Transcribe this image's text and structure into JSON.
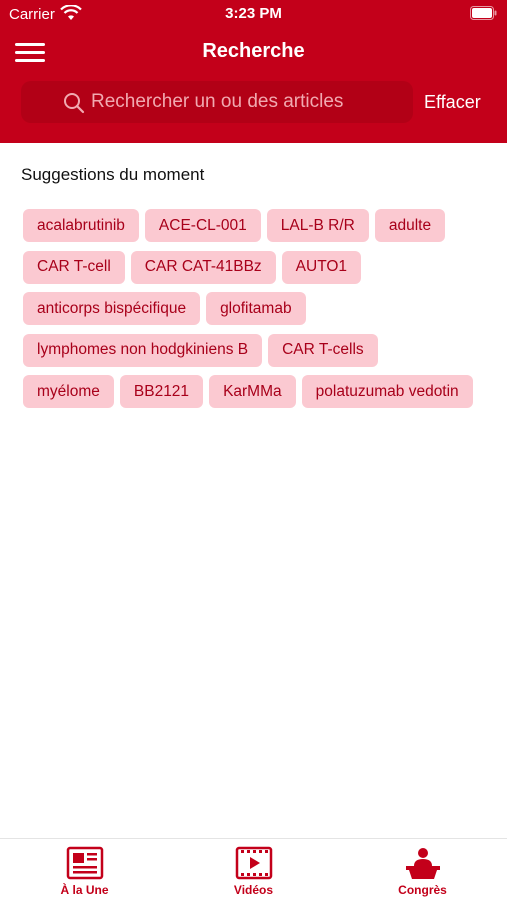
{
  "status_bar": {
    "carrier": "Carrier",
    "time": "3:23 PM"
  },
  "nav": {
    "title": "Recherche",
    "menu_icon": "hamburger-menu-icon"
  },
  "search": {
    "placeholder": "Rechercher un ou des articles",
    "value": "",
    "clear_label": "Effacer"
  },
  "suggestions": {
    "title": "Suggestions du moment",
    "rows": [
      [
        "acalabrutinib",
        "ACE-CL-001",
        "LAL-B R/R",
        "adulte"
      ],
      [
        "CAR T-cell",
        "CAR CAT-41BBz",
        "AUTO1"
      ],
      [
        "anticorps bispécifique",
        "glofitamab"
      ],
      [
        "lymphomes non hodgkiniens B",
        "CAR T-cells"
      ],
      [
        "myélome",
        "BB2121",
        "KarMMa",
        "polatuzumab vedotin"
      ]
    ]
  },
  "tabs": [
    {
      "label": "À la Une",
      "icon": "newspaper-icon"
    },
    {
      "label": "Vidéos",
      "icon": "video-play-icon"
    },
    {
      "label": "Congrès",
      "icon": "speaker-podium-icon"
    }
  ],
  "colors": {
    "brand": "#c3001a",
    "tag_bg": "#fbc9d1",
    "tag_text": "#a8001a"
  }
}
